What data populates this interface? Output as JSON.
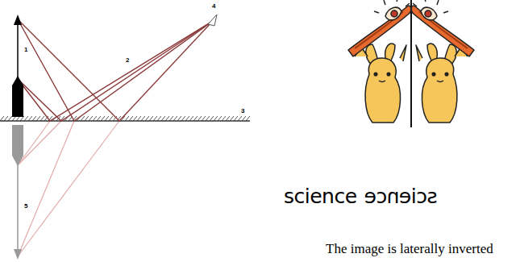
{
  "diagram": {
    "labels": [
      "1",
      "2",
      "3",
      "4",
      "5",
      "science",
      "science",
      "The image is laterally inverted"
    ]
  }
}
